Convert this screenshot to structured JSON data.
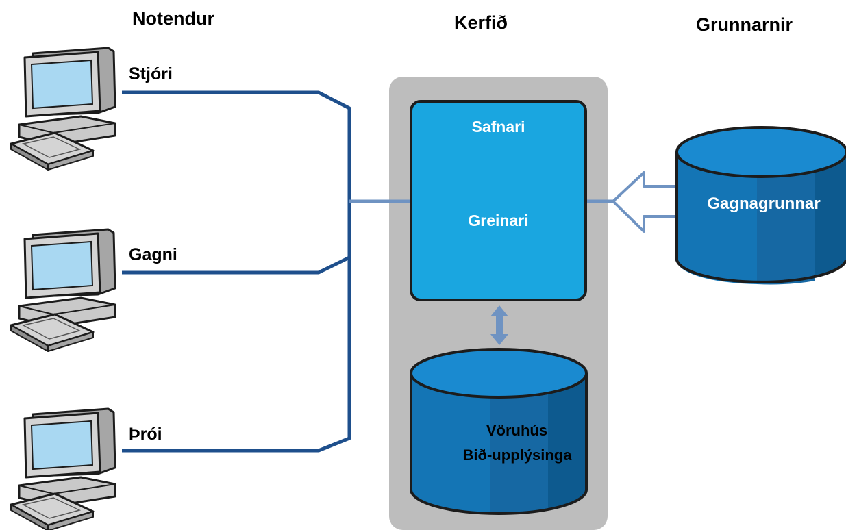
{
  "headings": {
    "users": "Notendur",
    "system": "Kerfið",
    "databases": "Grunnarnir"
  },
  "users": [
    {
      "name": "Stjóri"
    },
    {
      "name": "Gagni"
    },
    {
      "name": "Þrói"
    }
  ],
  "system": {
    "collector": "Safnari",
    "analyzer": "Greinari",
    "warehouse_line1": "Vöruhús",
    "warehouse_line2": "Bið-upplýsinga"
  },
  "source_db": {
    "label": "Gagnagrunnar"
  },
  "colors": {
    "panel": "#bdbdbd",
    "box": "#1aa6e0",
    "cylinder_dark": "#0d5a8f",
    "cylinder_mid": "#1475b5",
    "cylinder_top": "#1a8ad0",
    "connector": "#1e4f8c",
    "link": "#6f93c2",
    "computer_body": "#c9c9c9",
    "screen": "#a9d8f2"
  }
}
